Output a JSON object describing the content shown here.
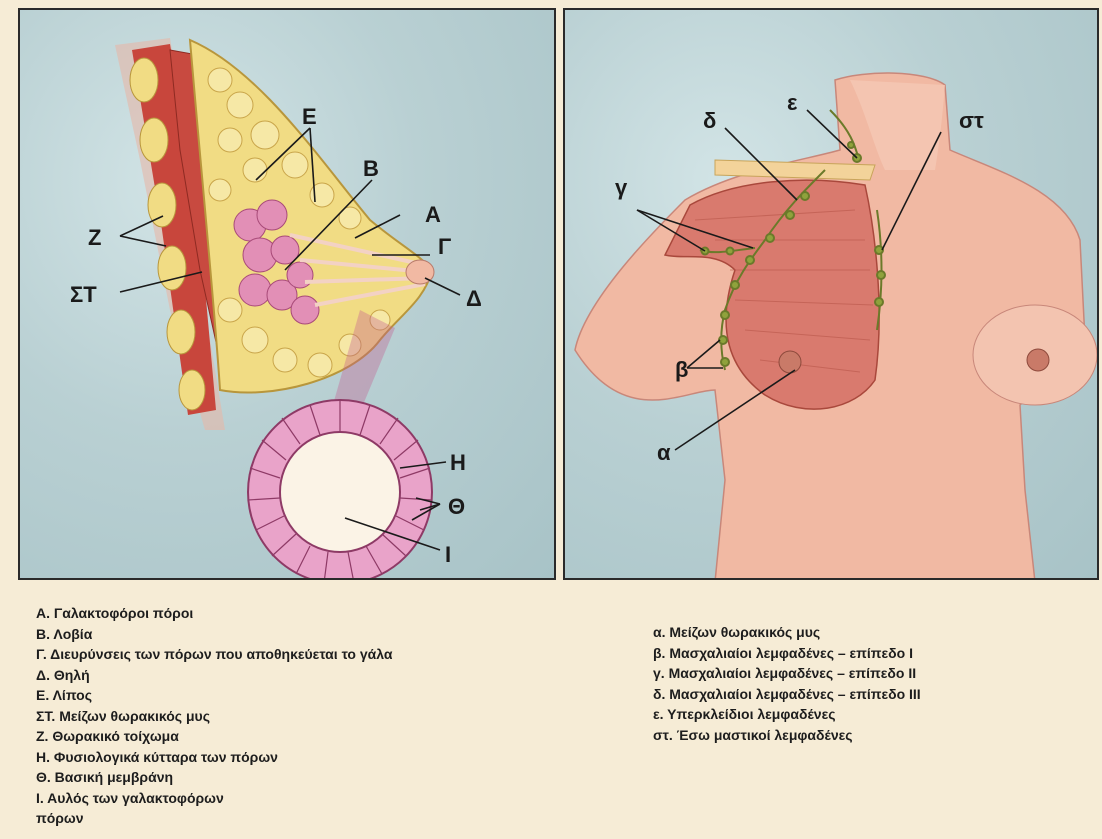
{
  "colors": {
    "background": "#f6ecd6",
    "panel_bg": "#b9d0d3",
    "muscle": "#d97a6e",
    "fat": "#f1dc84",
    "lobule": "#e28fb6",
    "skin": "#f1b9a3",
    "rib": "#c8463c"
  },
  "left_diagram": {
    "labels": {
      "E": "Ε",
      "B": "Β",
      "A": "Α",
      "G": "Γ",
      "D": "Δ",
      "Z": "Ζ",
      "ST": "ΣΤ",
      "H": "Η",
      "TH": "Θ",
      "I": "Ι"
    }
  },
  "right_diagram": {
    "labels": {
      "epsilon": "ε",
      "delta": "δ",
      "st": "στ",
      "gamma": "γ",
      "beta": "β",
      "alpha": "α"
    }
  },
  "legend_left": [
    "Α. Γαλακτοφόροι πόροι",
    "Β. Λοβία",
    "Γ. Διευρύνσεις των πόρων που αποθηκεύεται το γάλα",
    "Δ. Θηλή",
    "Ε. Λίπος",
    "ΣΤ. Μείζων θωρακικός μυς",
    "Ζ. Θωρακικό τοίχωμα",
    "Η. Φυσιολογικά κύτταρα των πόρων",
    "Θ. Βασική μεμβράνη",
    "Ι. Αυλός των γαλακτοφόρων",
    "πόρων"
  ],
  "legend_right": [
    "α. Μείζων θωρακικός μυς",
    "β. Μασχαλιαίοι λεμφαδένες – επίπεδο Ι",
    "γ. Μασχαλιαίοι λεμφαδένες – επίπεδο ΙΙ",
    "δ. Μασχαλιαίοι λεμφαδένες – επίπεδο ΙΙΙ",
    "ε. Υπερκλείδιοι λεμφαδένες",
    "στ. Έσω μαστικοί λεμφαδένες"
  ]
}
